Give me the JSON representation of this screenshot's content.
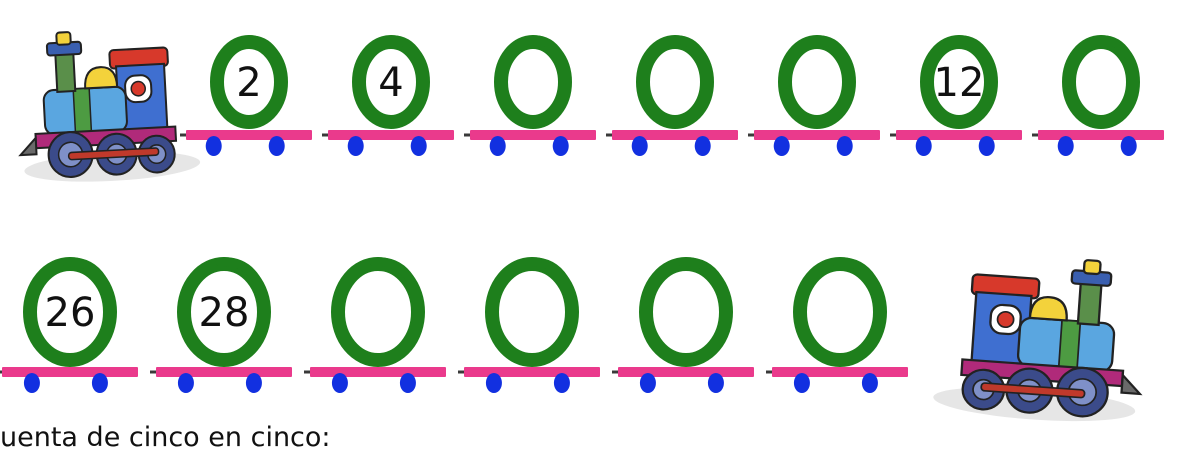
{
  "colors": {
    "wagon_ring": "#1e7f1c",
    "bar": "#ea3a8c",
    "wheel": "#1230e0",
    "link": "#3a3a3a"
  },
  "icons": {
    "locomotive": "locomotive-illustration"
  },
  "rows": [
    {
      "wagons": [
        {
          "value": "2"
        },
        {
          "value": "4"
        },
        {
          "value": ""
        },
        {
          "value": ""
        },
        {
          "value": ""
        },
        {
          "value": "12"
        },
        {
          "value": ""
        }
      ]
    },
    {
      "wagons": [
        {
          "value": "26"
        },
        {
          "value": "28"
        },
        {
          "value": ""
        },
        {
          "value": ""
        },
        {
          "value": ""
        },
        {
          "value": ""
        }
      ]
    }
  ],
  "instruction": "uenta de cinco en cinco:"
}
